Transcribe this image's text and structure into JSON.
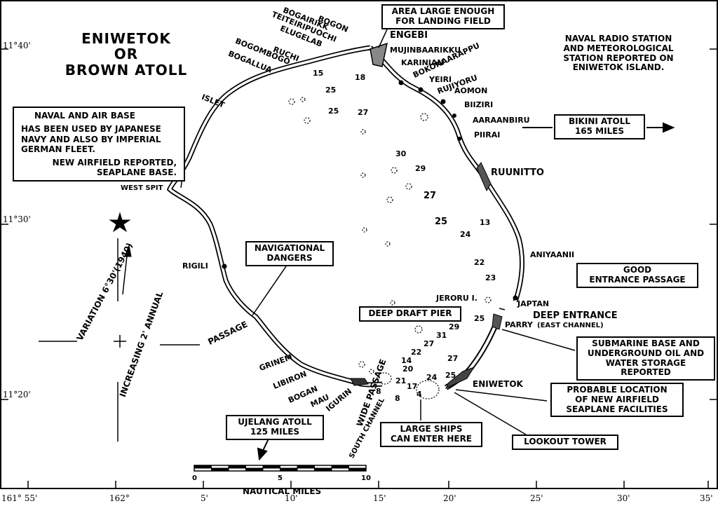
{
  "title": {
    "line1": "ENIWETOK",
    "line2": "OR",
    "line3": "BROWN ATOLL"
  },
  "radio_note": {
    "line1": "NAVAL RADIO STATION",
    "line2": "AND METEOROLOGICAL",
    "line3": "STATION REPORTED ON",
    "line4": "ENIWETOK ISLAND."
  },
  "callouts": {
    "landing_field": {
      "line1": "AREA LARGE ENOUGH",
      "line2": "FOR LANDING FIELD"
    },
    "naval_air_base": {
      "line1": "NAVAL AND AIR BASE",
      "line2": "HAS BEEN USED BY JAPANESE",
      "line3": "NAVY AND ALSO BY IMPERIAL",
      "line4": "GERMAN FLEET.",
      "line5": "NEW AIRFIELD REPORTED,",
      "line6": "SEAPLANE BASE."
    },
    "bikini": {
      "line1": "BIKINI ATOLL",
      "line2": "165 MILES"
    },
    "nav_dangers": {
      "line1": "NAVIGATIONAL",
      "line2": "DANGERS"
    },
    "good_entrance": {
      "line1": "GOOD",
      "line2": "ENTRANCE PASSAGE"
    },
    "deep_draft": "DEEP DRAFT PIER",
    "submarine": {
      "line1": "SUBMARINE BASE AND",
      "line2": "UNDERGROUND OIL AND",
      "line3": "WATER STORAGE REPORTED"
    },
    "airfield": {
      "line1": "PROBABLE LOCATION",
      "line2": "OF NEW AIRFIELD",
      "line3": "SEAPLANE FACILITIES"
    },
    "ujelang": {
      "line1": "UJELANG ATOLL",
      "line2": "125 MILES"
    },
    "large_ships": {
      "line1": "LARGE SHIPS",
      "line2": "CAN ENTER HERE"
    },
    "lookout": "LOOKOUT TOWER"
  },
  "islands": {
    "bogon": "BOGON",
    "bogairikk": "BOGAIRIKK",
    "teiteiripuochi": "TEITEIRIPUOCHI",
    "elugelab": "ELUGELAB",
    "ruchi": "RUCHI",
    "bogombogo": "BOGOMBOGO",
    "bogallua": "BOGALLUA",
    "islet": "ISLET",
    "engebi": "ENGEBI",
    "mujinbaarikku": "MUJINBAARIKKU",
    "karinian": "KARINIAN",
    "bokonaarappu": "BOKONAARAPPU",
    "yeiri": "YEIRI",
    "rujiyoru": "RUJIYORU",
    "aomon": "AOMON",
    "biiziri": "BIIZIRI",
    "aaraanbiru": "AARAANBIRU",
    "piirai": "PIIRAI",
    "ruunitto": "RUUNITTO",
    "aniyaanii": "ANIYAANII",
    "west_spit": "WEST SPIT",
    "rigili": "RIGILI",
    "jeroru": "JERORU I.",
    "japtan": "JAPTAN",
    "parry": "PARRY",
    "grinem": "GRINEM",
    "libiron": "LIBIRON",
    "bogan": "BOGAN",
    "mau": "MAU",
    "igurin": "IGURIN",
    "eniwetok": "ENIWETOK"
  },
  "passages": {
    "passage": "PASSAGE",
    "wide_passage": "WIDE PASSAGE",
    "south_channel": "SOUTH CHANNEL",
    "deep_entrance": "DEEP ENTRANCE",
    "east_channel": "(EAST CHANNEL)"
  },
  "compass": {
    "variation": "VARIATION 6°30'(1940)",
    "increasing": "INCREASING 2' ANNUAL"
  },
  "scale": {
    "label": "NAUTICAL MILES",
    "t0": "0",
    "t5": "5",
    "t10": "10"
  },
  "latitudes": {
    "l40": "11°40'",
    "l30": "11°30'",
    "l20": "11°20'"
  },
  "longitudes": {
    "a": "161° 55'",
    "b": "162°",
    "c": "5'",
    "d": "10'",
    "e": "15'",
    "f": "20'",
    "g": "25'",
    "h": "30'",
    "i": "35'"
  },
  "depths": [
    "15",
    "18",
    "25",
    "25",
    "27",
    "30",
    "29",
    "27",
    "25",
    "13",
    "24",
    "22",
    "23",
    "25",
    "29",
    "27",
    "31",
    "22",
    "14",
    "20",
    "27",
    "24",
    "25",
    "21",
    "17",
    "4",
    "8",
    "8"
  ]
}
